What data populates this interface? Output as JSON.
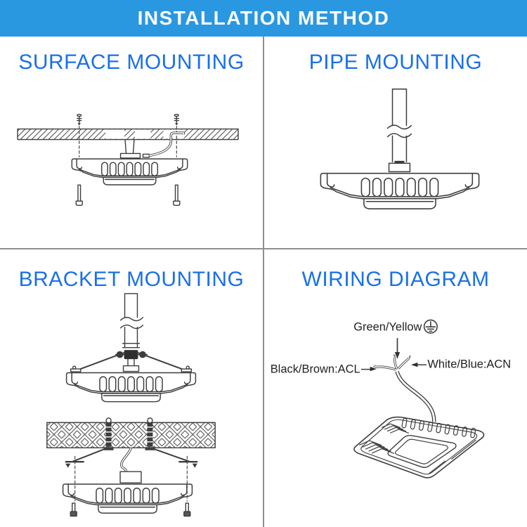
{
  "header": {
    "title": "INSTALLATION METHOD"
  },
  "sections": {
    "surface": {
      "title": "SURFACE MOUNTING"
    },
    "pipe": {
      "title": "PIPE MOUNTING"
    },
    "bracket": {
      "title": "BRACKET MOUNTING"
    },
    "wiring": {
      "title": "WIRING DIAGRAM",
      "labels": {
        "ground": "Green/Yellow",
        "live": "Black/Brown:ACL",
        "neutral": "White/Blue:ACN"
      }
    }
  },
  "colors": {
    "header_bg": "#2a97e1",
    "header_text": "#ffffff",
    "title_text": "#1a70e8",
    "line_art": "#3d3d3d",
    "divider": "#8f8f8f"
  }
}
